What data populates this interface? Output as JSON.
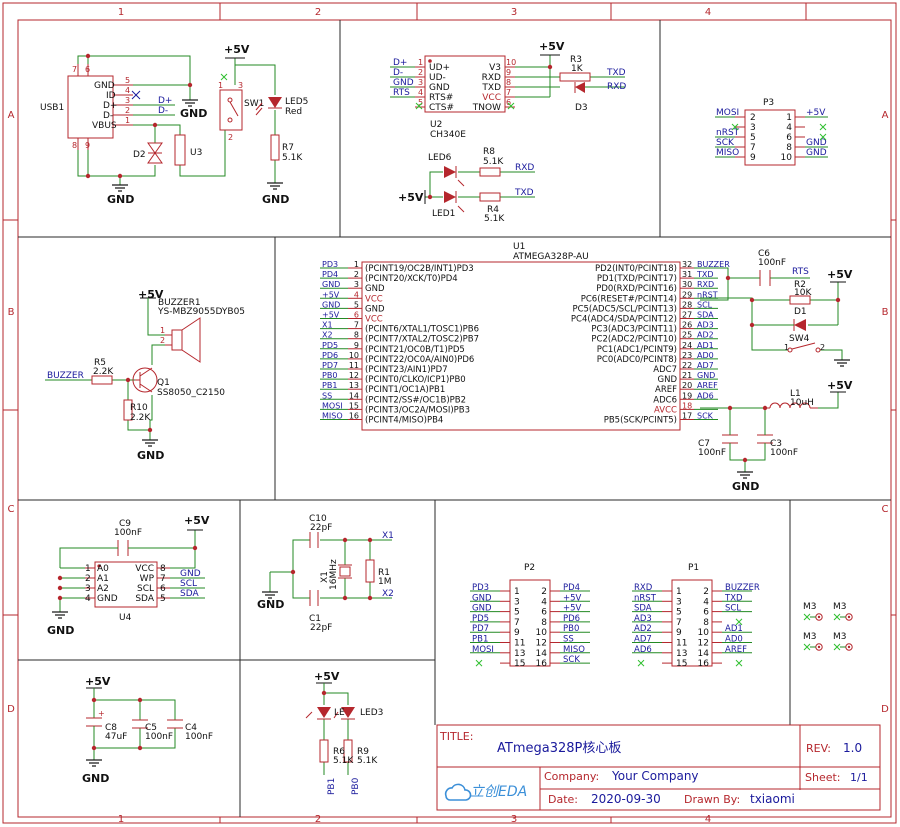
{
  "border": {
    "top_cols": [
      "1",
      "2",
      "3",
      "4"
    ],
    "bottom_cols": [
      "1",
      "2",
      "3",
      "4"
    ],
    "rows": [
      "A",
      "B",
      "C",
      "D"
    ]
  },
  "title_block": {
    "title_label": "TITLE:",
    "title": "ATmega328P核心板",
    "rev_label": "REV:",
    "rev": "1.0",
    "company_label": "Company:",
    "company": "Your Company",
    "sheet_label": "Sheet:",
    "sheet": "1/1",
    "date_label": "Date:",
    "date": "2020-09-30",
    "drawn_label": "Drawn By:",
    "drawn_by": "txiaomi",
    "logo_text": "立创EDA"
  },
  "usb": {
    "ref": "USB1",
    "pins": [
      "GND",
      "ID",
      "D+",
      "D-",
      "VBUS"
    ],
    "pin_nums": [
      "5",
      "4",
      "3",
      "2",
      "1"
    ],
    "top_pins": [
      "7",
      "6"
    ],
    "bottom_pins": [
      "8",
      "9"
    ],
    "net_dp": "D+",
    "net_dm": "D-",
    "gnd": "GND",
    "d2": "D2",
    "u3": "U3",
    "gnd2": "GND"
  },
  "sw1": {
    "vcc": "+5V",
    "ref": "SW1",
    "pin1": "1",
    "pin2": "2",
    "pin3": "3",
    "led": "LED5",
    "led_val": "Red",
    "r": "R7",
    "r_val": "5.1K",
    "gnd": "GND"
  },
  "ch340": {
    "ref": "U2",
    "part": "CH340E",
    "left_nets": [
      "D+",
      "D-",
      "GND",
      "RTS"
    ],
    "left_pins": [
      "UD+",
      "UD-",
      "GND",
      "RTS#",
      "CTS#"
    ],
    "left_nums": [
      "1",
      "2",
      "3",
      "4",
      "5"
    ],
    "right_pins": [
      "V3",
      "RXD",
      "TXD",
      "VCC",
      "TNOW"
    ],
    "right_nums": [
      "10",
      "9",
      "8",
      "7",
      "6"
    ],
    "vcc": "+5V",
    "r3": "R3",
    "r3_val": "1K",
    "d3": "D3",
    "txd": "TXD",
    "rxd": "RXD"
  },
  "leds": {
    "led6": "LED6",
    "led1": "LED1",
    "r8": "R8",
    "r8_val": "5.1K",
    "r4": "R4",
    "r4_val": "5.1K",
    "rxd": "RXD",
    "txd": "TXD",
    "vcc": "+5V"
  },
  "p3": {
    "ref": "P3",
    "left_nets": [
      "MOSI",
      "",
      "nRST",
      "SCK",
      "MISO"
    ],
    "left_nums": [
      "2",
      "3",
      "5",
      "7",
      "9"
    ],
    "right_nums": [
      "1",
      "4",
      "6",
      "8",
      "10"
    ],
    "right_nets": [
      "+5V",
      "",
      "",
      "GND",
      "GND"
    ]
  },
  "buzzer": {
    "vcc": "+5V",
    "ref": "BUZZER1",
    "part": "YS-MBZ9055DYB05",
    "pin1": "1",
    "pin2": "2",
    "net": "BUZZER",
    "r5": "R5",
    "r5_val": "2.2K",
    "q1": "Q1",
    "q1_part": "SS8050_C2150",
    "r10": "R10",
    "r10_val": "2.2K",
    "gnd": "GND"
  },
  "mcu": {
    "ref": "U1",
    "part": "ATMEGA328P-AU",
    "left_nets": [
      "PD3",
      "PD4",
      "GND",
      "+5V",
      "GND",
      "+5V",
      "X1",
      "X2",
      "PD5",
      "PD6",
      "PD7",
      "PB0",
      "PB1",
      "SS",
      "MOSI",
      "MISO"
    ],
    "left_nums": [
      "1",
      "2",
      "3",
      "4",
      "5",
      "6",
      "7",
      "8",
      "9",
      "10",
      "11",
      "12",
      "13",
      "14",
      "15",
      "16"
    ],
    "left_pins": [
      "(PCINT19/OC2B/INT1)PD3",
      "(PCINT20/XCK/T0)PD4",
      "GND",
      "VCC",
      "GND",
      "VCC",
      "(PCINT6/XTAL1/TOSC1)PB6",
      "(PCINT7/XTAL2/TOSC2)PB7",
      "(PCINT21/OC0B/T1)PD5",
      "(PCINT22/OC0A/AIN0)PD6",
      "(PCINT23/AIN1)PD7",
      "(PCINT0/CLKO/ICP1)PB0",
      "(PCINT1/OC1A)PB1",
      "(PCINT2/SS#/OC1B)PB2",
      "(PCINT3/OC2A/MOSI)PB3",
      "(PCINT4/MISO)PB4"
    ],
    "right_pins": [
      "PD2(INT0/PCINT18)",
      "PD1(TXD/PCINT17)",
      "PD0(RXD/PCINT16)",
      "PC6(RESET#/PCINT14)",
      "PC5(ADC5/SCL/PCINT13)",
      "PC4(ADC4/SDA/PCINT12)",
      "PC3(ADC3/PCINT11)",
      "PC2(ADC2/PCINT10)",
      "PC1(ADC1/PCINT9)",
      "PC0(ADC0/PCINT8)",
      "ADC7",
      "GND",
      "AREF",
      "ADC6",
      "AVCC",
      "PB5(SCK/PCINT5)"
    ],
    "right_nums": [
      "32",
      "31",
      "30",
      "29",
      "28",
      "27",
      "26",
      "25",
      "24",
      "23",
      "22",
      "21",
      "20",
      "19",
      "18",
      "17"
    ],
    "right_nets": [
      "BUZZER",
      "TXD",
      "RXD",
      "nRST",
      "SCL",
      "SDA",
      "AD3",
      "AD2",
      "AD1",
      "AD0",
      "AD7",
      "GND",
      "AREF",
      "AD6",
      "",
      "SCK"
    ]
  },
  "reset": {
    "c6": "C6",
    "c6_val": "100nF",
    "rts": "RTS",
    "vcc": "+5V",
    "r2": "R2",
    "r2_val": "10K",
    "d1": "D1",
    "sw4": "SW4",
    "pin1": "1",
    "pin2": "2"
  },
  "avcc": {
    "vcc": "+5V",
    "l1": "L1",
    "l1_val": "10uH",
    "c7": "C7",
    "c7_val": "100nF",
    "c3": "C3",
    "c3_val": "100nF",
    "gnd": "GND"
  },
  "eeprom": {
    "c9": "C9",
    "c9_val": "100nF",
    "vcc": "+5V",
    "ref": "U4",
    "left_pins": [
      "A0",
      "A1",
      "A2",
      "GND"
    ],
    "left_nums": [
      "1",
      "2",
      "3",
      "4"
    ],
    "right_pins": [
      "VCC",
      "WP",
      "SCL",
      "SDA"
    ],
    "right_nums": [
      "8",
      "7",
      "6",
      "5"
    ],
    "right_nets": [
      "",
      "GND",
      "SCL",
      "SDA"
    ],
    "gnd": "GND"
  },
  "crystal": {
    "c10": "C10",
    "c10_val": "22pF",
    "x1_net": "X1",
    "x1": "X1",
    "x1_val": "16MHz",
    "r1": "R1",
    "r1_val": "1M",
    "c1": "C1",
    "c1_val": "22pF",
    "x2_net": "X2",
    "gnd": "GND"
  },
  "p2": {
    "ref": "P2",
    "left_nets": [
      "PD3",
      "GND",
      "GND",
      "PD5",
      "PD7",
      "PB1",
      "MOSI",
      ""
    ],
    "left_nums": [
      "1",
      "3",
      "5",
      "7",
      "9",
      "11",
      "13",
      "15"
    ],
    "right_nums": [
      "2",
      "4",
      "6",
      "8",
      "10",
      "12",
      "14",
      "16"
    ],
    "right_nets": [
      "PD4",
      "+5V",
      "+5V",
      "PD6",
      "PB0",
      "SS",
      "MISO",
      "SCK"
    ]
  },
  "p1": {
    "ref": "P1",
    "left_nets": [
      "RXD",
      "nRST",
      "SDA",
      "AD3",
      "AD2",
      "AD7",
      "AD6"
    ],
    "left_nums": [
      "1",
      "3",
      "5",
      "7",
      "9",
      "11",
      "13",
      "15"
    ],
    "right_nums": [
      "2",
      "4",
      "6",
      "8",
      "10",
      "12",
      "14",
      "16"
    ],
    "right_nets": [
      "BUZZER",
      "TXD",
      "SCL",
      "",
      "AD1",
      "AD0",
      "AREF"
    ]
  },
  "mounts": [
    "M3",
    "M3",
    "M3",
    "M3"
  ],
  "decoupling": {
    "vcc": "+5V",
    "c8": "C8",
    "c8_val": "47uF",
    "c5": "C5",
    "c5_val": "100nF",
    "c4": "C4",
    "c4_val": "100nF",
    "gnd": "GND",
    "plus": "+"
  },
  "user_leds": {
    "vcc": "+5V",
    "led4_label": "LE",
    "led3_label": "LED3",
    "r6": "R6",
    "r6_val": "5.1K",
    "r9": "R9",
    "r9_val": "5.1K",
    "pb1": "PB1",
    "pb0": "PB0"
  },
  "colors": {
    "border": "#b5272d",
    "wire": "#238a23",
    "part": "#b5272d",
    "net": "#1a1a9c",
    "text": "#111111",
    "junction": "#b5272d",
    "noconn": "#2fbf2f"
  }
}
